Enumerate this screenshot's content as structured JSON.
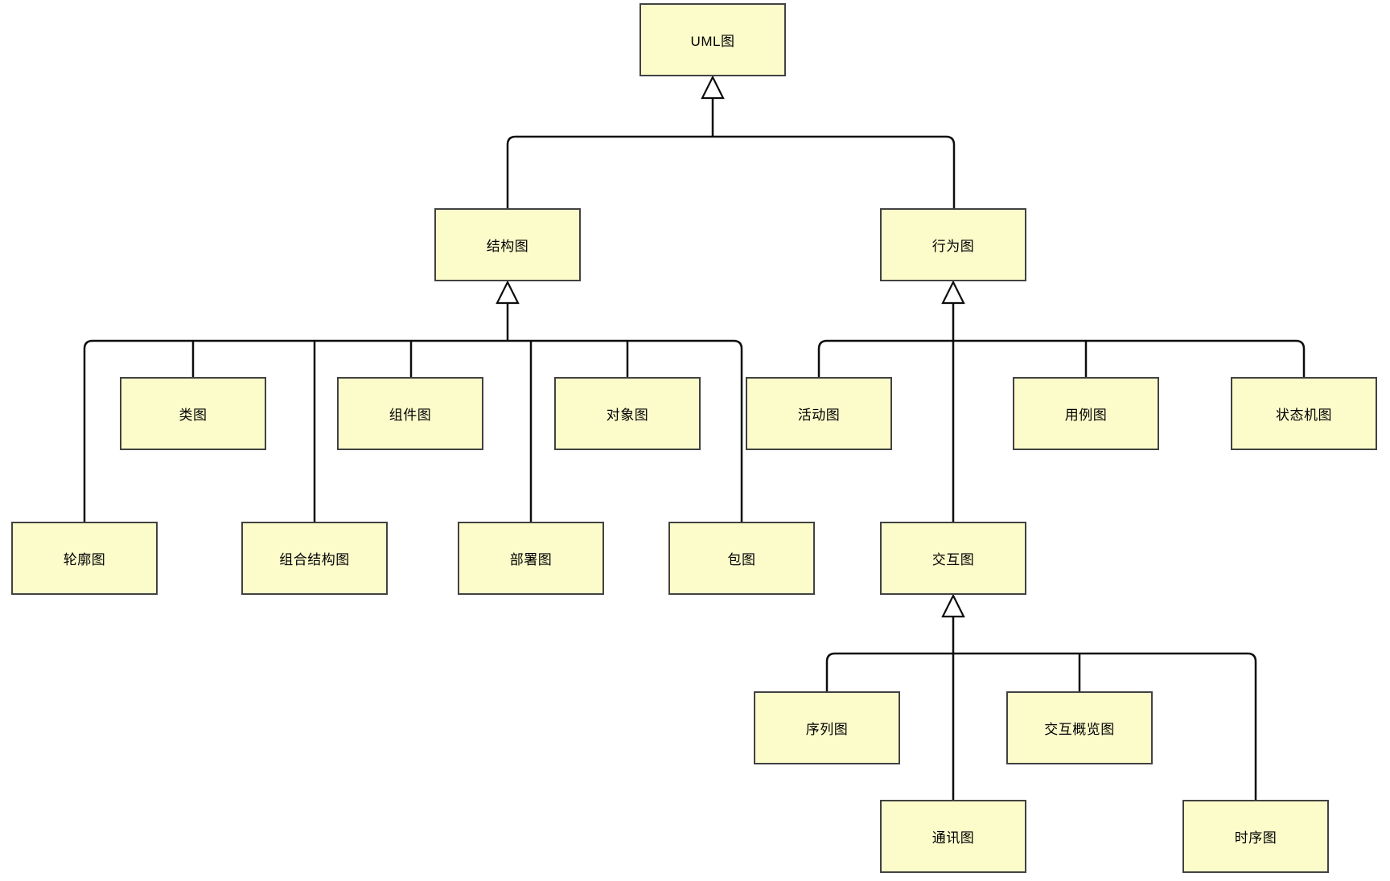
{
  "diagram": {
    "type": "uml-taxonomy-tree",
    "colors": {
      "node_fill": "#fcfccb",
      "node_border": "#424242",
      "edge": "#0d0d0d",
      "background": "#ffffff"
    },
    "nodes": {
      "uml": {
        "label": "UML图"
      },
      "structure": {
        "label": "结构图"
      },
      "behavior": {
        "label": "行为图"
      },
      "class": {
        "label": "类图"
      },
      "component": {
        "label": "组件图"
      },
      "object": {
        "label": "对象图"
      },
      "profile": {
        "label": "轮廓图"
      },
      "composite_structure": {
        "label": "组合结构图"
      },
      "deployment": {
        "label": "部署图"
      },
      "package": {
        "label": "包图"
      },
      "activity": {
        "label": "活动图"
      },
      "use_case": {
        "label": "用例图"
      },
      "state_machine": {
        "label": "状态机图"
      },
      "interaction": {
        "label": "交互图"
      },
      "sequence": {
        "label": "序列图"
      },
      "interaction_overview": {
        "label": "交互概览图"
      },
      "communication": {
        "label": "通讯图"
      },
      "timing": {
        "label": "时序图"
      }
    },
    "hierarchy": [
      {
        "parent": "UML图",
        "children": [
          "结构图",
          "行为图"
        ]
      },
      {
        "parent": "结构图",
        "children": [
          "类图",
          "组件图",
          "对象图",
          "轮廓图",
          "组合结构图",
          "部署图",
          "包图"
        ]
      },
      {
        "parent": "行为图",
        "children": [
          "活动图",
          "用例图",
          "状态机图",
          "交互图"
        ]
      },
      {
        "parent": "交互图",
        "children": [
          "序列图",
          "交互概览图",
          "通讯图",
          "时序图"
        ]
      }
    ],
    "edge_style": "generalization (hollow triangle arrowhead pointing to parent), orthogonal rounded connectors"
  }
}
